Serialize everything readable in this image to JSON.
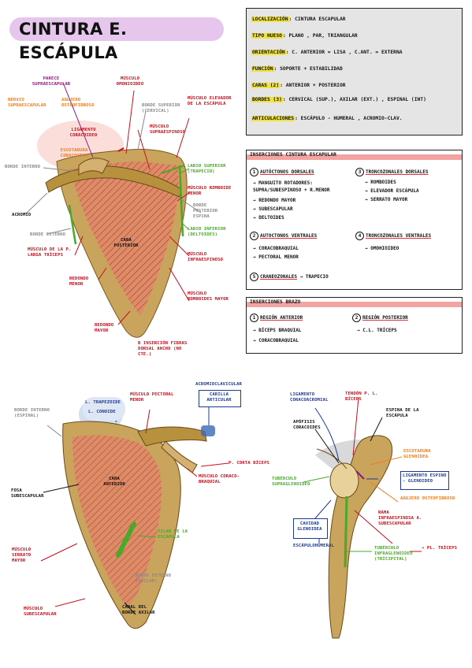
{
  "title": "CINTURA E. ESCÁPULA",
  "info": {
    "rows": [
      {
        "key": "LOCALIZACIÓN",
        "value": ": CINTURA ESCAPULAR"
      },
      {
        "key": "TIPO HUESO",
        "value": ": PLANO , PAR, TRIANGULAR"
      },
      {
        "key": "ORIENTACIÓN",
        "value": ": C. ANTERIOR = LISA , C.ANT. = EXTERNA"
      },
      {
        "key": "FUNCIÓN",
        "value": ": SOPORTE + ESTABILIDAD"
      },
      {
        "key": "CARAS (2)",
        "value": ": ANTERIOR + POSTERIOR"
      },
      {
        "key": "BORDES (3)",
        "value": ": CERVICAL (SUP.), AXILAR (EXT.) , ESPINAL (INT)"
      },
      {
        "key": "ARTICULACIONES",
        "value": ": ESCÁPULO - HUMERAL , ACROMIO-CLAV."
      }
    ]
  },
  "inserciones_cintura": {
    "heading": "INSERCIONES CINTURA ESCAPULAR",
    "groups": [
      {
        "num": "1",
        "title": "AUTÓCTONOS DORSALES",
        "items": [
          "MANGUITO ROTADORES: SUPRA/SUBESPINOSO + R.MENOR",
          "REDONDO MAYOR",
          "SUBESCAPULAR",
          "DELTOIDES"
        ]
      },
      {
        "num": "3",
        "title": "TRONCOZONALES DORSALES",
        "items": [
          "ROMBOIDES",
          "ELEVADOR ESCÁPULA",
          "SERRATO MAYOR"
        ]
      },
      {
        "num": "2",
        "title": "AUTOCTONOS VENTRALES",
        "items": [
          "CORACOBRAQUIAL",
          "PECTORAL MENOR"
        ]
      },
      {
        "num": "4",
        "title": "TRONCOZONALES VENTRALES",
        "items": [
          "OMOHIOIDEO"
        ]
      },
      {
        "num": "5",
        "title": "CRANEOZONALES",
        "items": [
          "TRAPECIO"
        ]
      }
    ]
  },
  "inserciones_brazo": {
    "heading": "INSERCIONES BRAZO",
    "groups": [
      {
        "num": "1",
        "title": "REGIÓN ANTERIOR",
        "items": [
          "BÍCEPS BRAQUIAL",
          "CORACOBRAQUIAL"
        ]
      },
      {
        "num": "2",
        "title": "REGIÓN POSTERIOR",
        "items": [
          "C.L. TRÍCEPS"
        ]
      }
    ]
  },
  "posterior_labels": {
    "parece_supraescapular": "PARECE SUPRAESCAPULAR",
    "nervio": "NERVIO SUPRAESCAPULAR",
    "agujero": "AGUJERO OSTEOFIBROSO",
    "musculo_omohioideo": "MÚSCULO OMOHIOIDEO",
    "borde_superior": "BORDE SUPERIOR (CERVICAL)",
    "musculo_elevador": "MÚSCULO ELEVADOR DE LA ESCÁPULA",
    "musculo_supraespinoso": "MÚSCULO SUPRAESPINOSO",
    "ligamento_coracoideo": "LIGAMENTO CORACOIDEO",
    "escotadura": "ESCOTADURA CORACOIDEA",
    "borde_interno": "BORDE INTERNO",
    "labio_superior": "LABIO SUPERIOR (TRAPECIO)",
    "musculo_romboide_menor": "MÚSCULO ROMBOIDE MENOR",
    "borde_posterior": "BORDE POSTERIOR ESPINA",
    "acromio": "ACROMIO",
    "labio_inferior": "LABIO INFERIOR (DELTOIDES)",
    "borde_externo": "BORDE EXTERNO",
    "cara_posterior": "CARA POSTERIOR",
    "musculo_p_larga": "MÚSCULO DE LA P. LARGA TRÍCEPS",
    "musculo_infraespinoso": "MÚSCULO INFRAESPINOSO",
    "redondo_menor": "REDONDO MENOR",
    "musculo_romboides_mayor": "MÚSCULO ROMBOIDES MAYOR",
    "redondo_mayor": "REDONDO MAYOR",
    "insercion": "B INSERCIÓN FIBRAS DORSAL ANCHO (NO CTE.)"
  },
  "anterior_labels": {
    "borde_interno": "BORDE INTERNO (ESPINAL)",
    "l_trapezoide": "L. TRAPEZOIDE",
    "l_conoide": "L. CONOIDE",
    "musculo_pectoral": "MÚSCULO PECTORAL MENOR",
    "acromioclavicular": "ACROMIOCLAVICULAR",
    "carilla": "CARILLA ARTICULAR",
    "p_corta": "P. CORTA BÍCEPS",
    "musculo_coraco": "MÚSCULO CORACO-BRAQUIAL",
    "fosa": "FOSA SUBESCAPULAR",
    "cara_anterior": "CARA ANTERIOR",
    "pilar": "PILAR DE LA ESCÁPULA",
    "musculo_serrato": "MÚSCULO SERRATO MAYOR",
    "borde_externo": "BORDE EXTERNO (AXILAR)",
    "musculo_subescapular": "MÚSCULO SUBESCAPULAR",
    "canal": "CANAL DEL BORDE AXILAR"
  },
  "lateral_labels": {
    "ligamento_coraco": "LIGAMENTO CORACOACROMIAL",
    "tendon": "TENDÓN P. L. BÍCEPS",
    "espina": "ESPINA DE LA ESCÁPULA",
    "apofisis": "APÓFISIS CORACOIDES",
    "escotadura": "ESCOTADURA GLENOIDEA",
    "tuberculo_supra": "TUBÉRCULO SUPRAGLENOIDEO",
    "ligamento_espino": "LIGAMENTO ESPINO - GLENOIDEO",
    "agujero": "AGUJERO OSTEOFIBROSO",
    "cavidad": "CAVIDAD GLENOIDEA",
    "rama": "RAMA INFRAESPINOSA A. SUBESCAPULAR",
    "escapulohumeral": "ESCÁPULOHUMERAL",
    "tuberculo_infra": "TUBÉRCULO INFRAGLENOIDEO (TRÍCIPITAL)",
    "pl_triceps": "→ PL. TRÍCEPS"
  },
  "colors": {
    "accent": "#e7c6ee",
    "highlight": "#f1e23b",
    "bone": "#c9a45c",
    "muscle": "#e87c72",
    "note_red": "#c6101d"
  }
}
